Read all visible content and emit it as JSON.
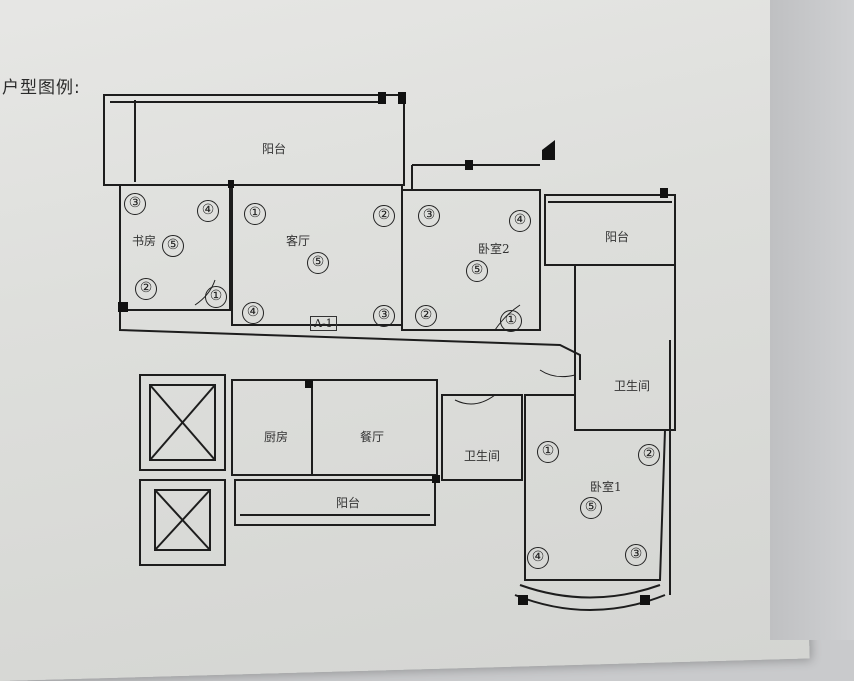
{
  "legend_label": "户型图例:",
  "unit_tag": "A-1",
  "rooms": {
    "balcony_top": "阳台",
    "study": "书房",
    "living": "客厅",
    "bedroom2": "卧室2",
    "balcony_right": "阳台",
    "bath_right": "卫生间",
    "kitchen": "厨房",
    "dining": "餐厅",
    "bath_mid": "卫生间",
    "balcony_bottom": "阳台",
    "bedroom1": "卧室1"
  },
  "markers": {
    "one": "①",
    "two": "②",
    "three": "③",
    "four": "④",
    "five": "⑤"
  }
}
